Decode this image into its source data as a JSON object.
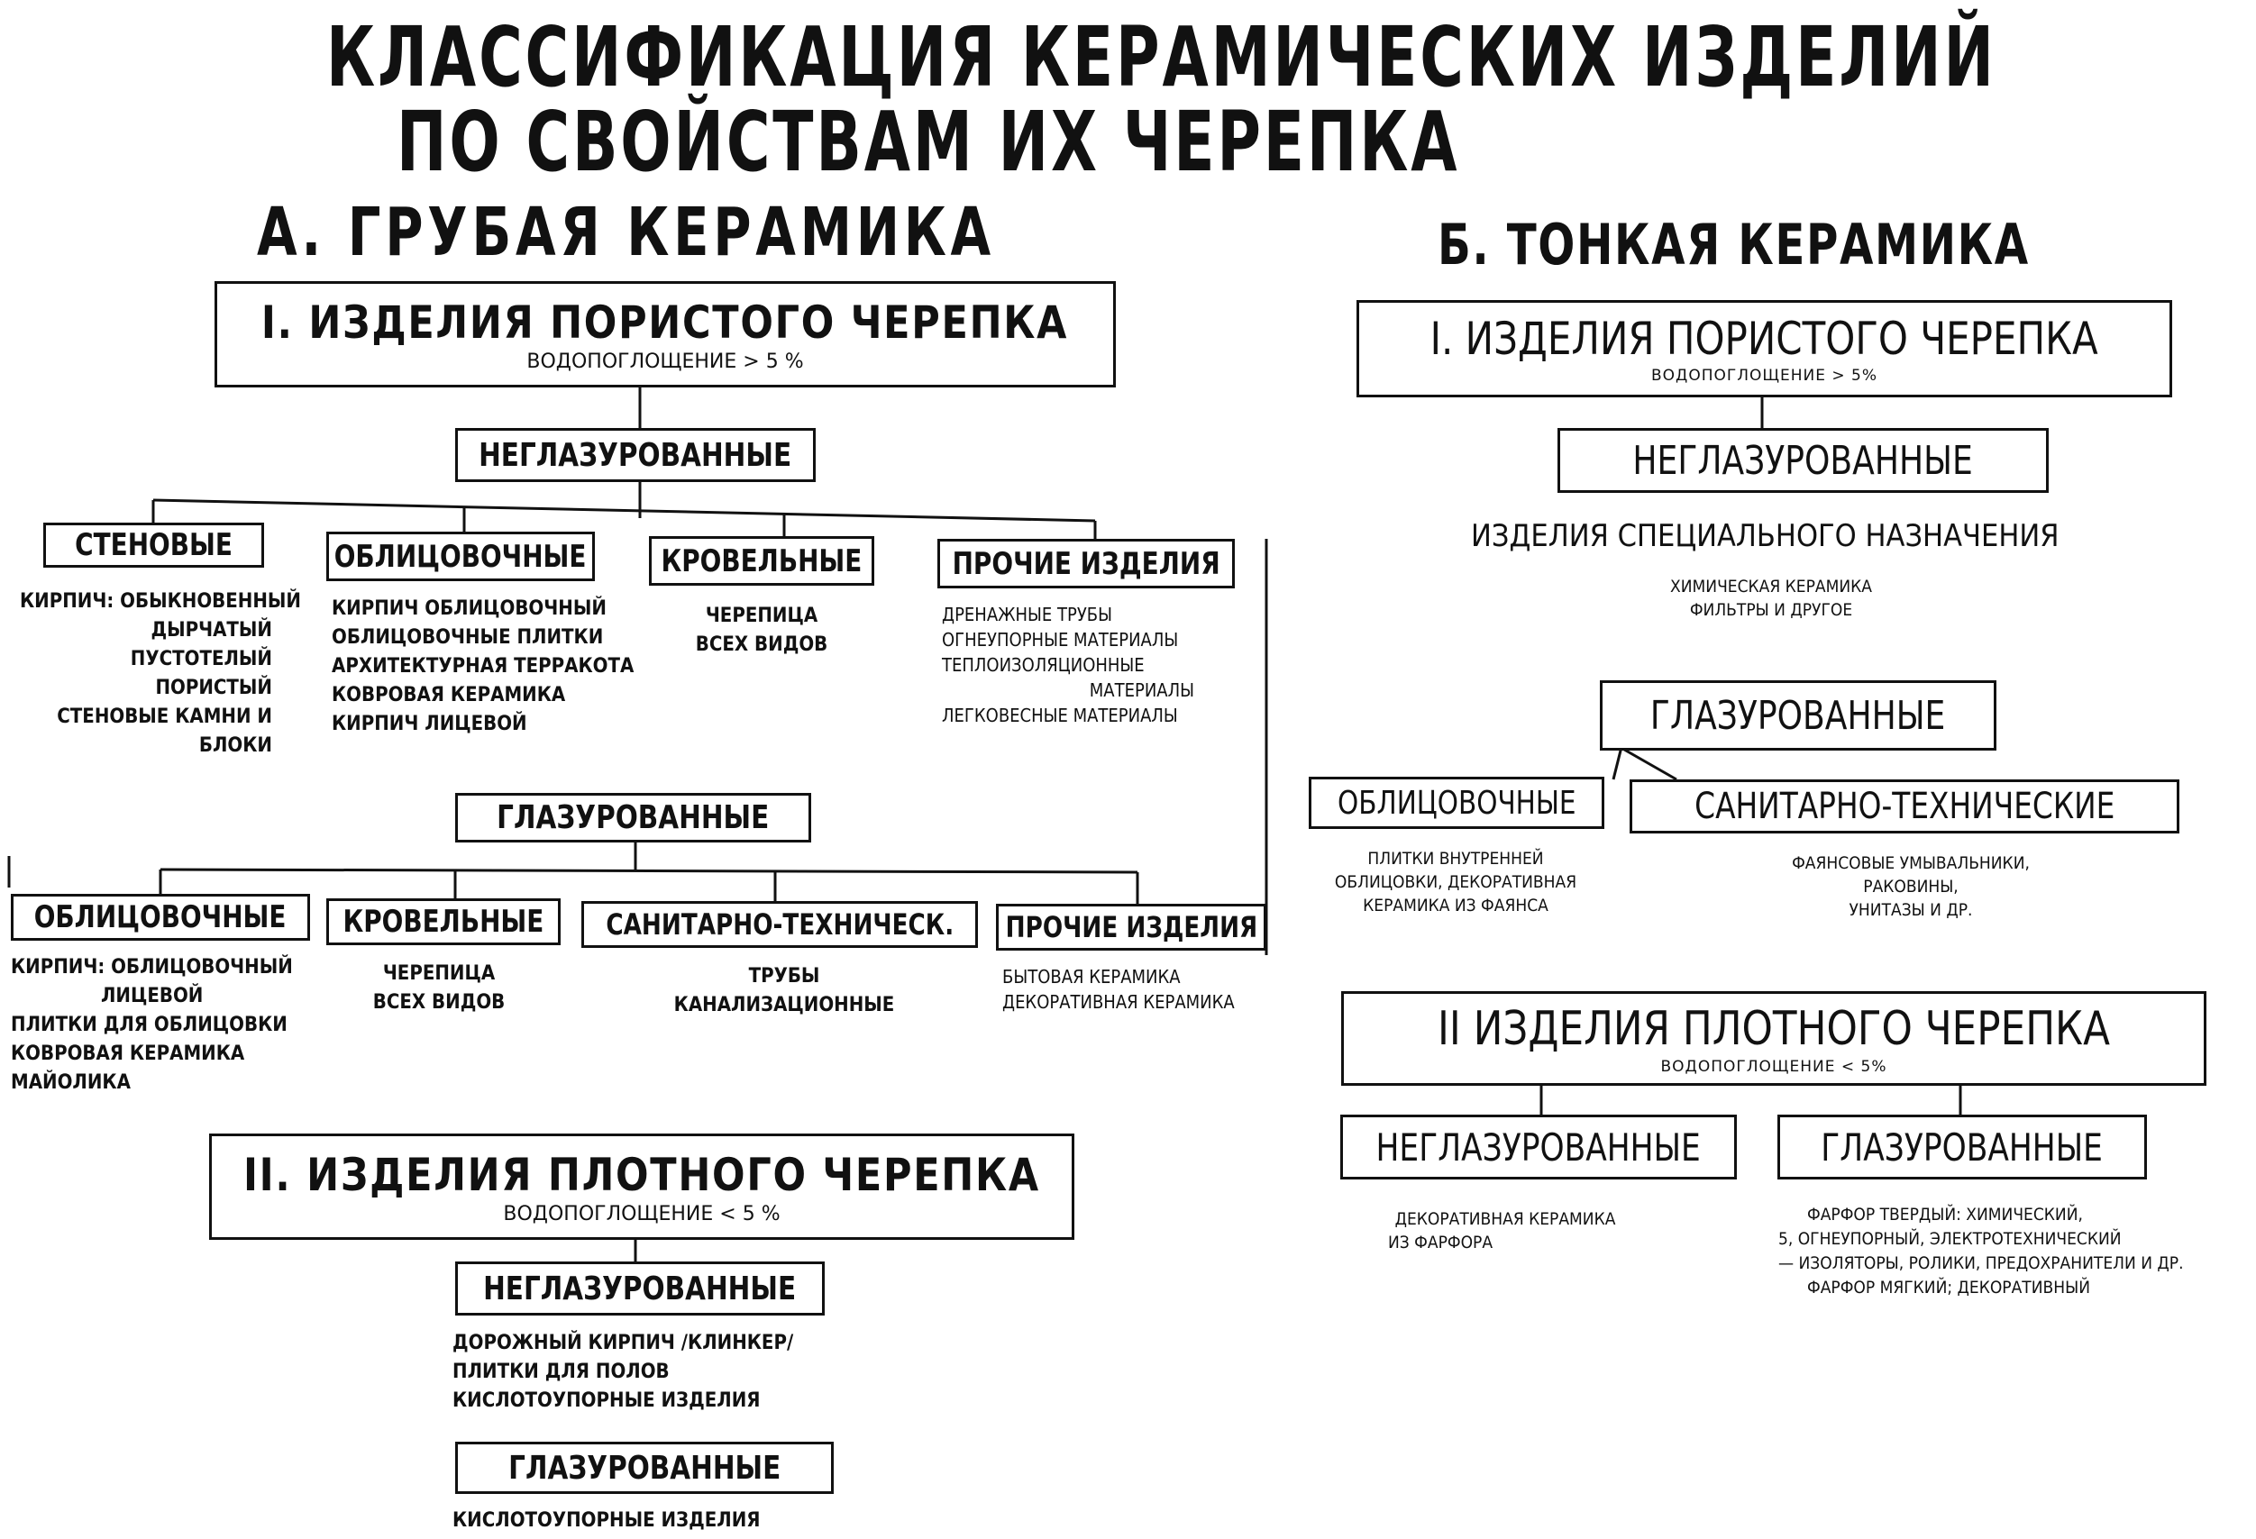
{
  "title": {
    "line1": "КЛАССИФИКАЦИЯ КЕРАМИЧЕСКИХ ИЗДЕЛИЙ",
    "line2": "ПО СВОЙСТВАМ ИХ ЧЕРЕПКА"
  },
  "coarse": {
    "heading": "А. ГРУБАЯ КЕРАМИКА",
    "porous": {
      "label": "I. ИЗДЕЛИЯ ПОРИСТОГО ЧЕРЕПКА",
      "note": "ВОДОПОГЛОЩЕНИЕ > 5 %",
      "unglazed": {
        "label": "НЕГЛАЗУРОВАННЫЕ",
        "categories": [
          {
            "label": "СТЕНОВЫЕ",
            "items": [
              "КИРПИЧ: ОБЫКНОВЕННЫЙ",
              "ДЫРЧАТЫЙ",
              "ПУСТОТЕЛЫЙ",
              "ПОРИСТЫЙ",
              "СТЕНОВЫЕ КАМНИ И",
              "БЛОКИ"
            ]
          },
          {
            "label": "ОБЛИЦОВОЧНЫЕ",
            "items": [
              "КИРПИЧ ОБЛИЦОВОЧНЫЙ",
              "ОБЛИЦОВОЧНЫЕ ПЛИТКИ",
              "АРХИТЕКТУРНАЯ ТЕРРАКОТА",
              "КОВРОВАЯ КЕРАМИКА",
              "КИРПИЧ ЛИЦЕВОЙ"
            ]
          },
          {
            "label": "КРОВЕЛЬНЫЕ",
            "items": [
              "ЧЕРЕПИЦА",
              "ВСЕХ ВИДОВ"
            ]
          },
          {
            "label": "ПРОЧИЕ ИЗДЕЛИЯ",
            "items": [
              "ДРЕНАЖНЫЕ ТРУБЫ",
              "ОГНЕУПОРНЫЕ МАТЕРИАЛЫ",
              "ТЕПЛОИЗОЛЯЦИОННЫЕ",
              "МАТЕРИАЛЫ",
              "ЛЕГКОВЕСНЫЕ МАТЕРИАЛЫ"
            ]
          }
        ]
      },
      "glazed": {
        "label": "ГЛАЗУРОВАННЫЕ",
        "categories": [
          {
            "label": "ОБЛИЦОВОЧНЫЕ",
            "items": [
              "КИРПИЧ: ОБЛИЦОВОЧНЫЙ",
              "ЛИЦЕВОЙ",
              "ПЛИТКИ ДЛЯ ОБЛИЦОВКИ",
              "КОВРОВАЯ КЕРАМИКА",
              "МАЙОЛИКА"
            ]
          },
          {
            "label": "КРОВЕЛЬНЫЕ",
            "items": [
              "ЧЕРЕПИЦА",
              "ВСЕХ ВИДОВ"
            ]
          },
          {
            "label": "САНИТАРНО-ТЕХНИЧЕСК.",
            "items": [
              "ТРУБЫ",
              "КАНАЛИЗАЦИОННЫЕ"
            ]
          },
          {
            "label": "ПРОЧИЕ ИЗДЕЛИЯ",
            "items": [
              "БЫТОВАЯ КЕРАМИКА",
              "ДЕКОРАТИВНАЯ КЕРАМИКА"
            ]
          }
        ]
      }
    },
    "dense": {
      "label": "II. ИЗДЕЛИЯ ПЛОТНОГО ЧЕРЕПКА",
      "note": "ВОДОПОГЛОЩЕНИЕ < 5 %",
      "unglazed": {
        "label": "НЕГЛАЗУРОВАННЫЕ",
        "items": [
          "ДОРОЖНЫЙ КИРПИЧ /КЛИНКЕР/",
          "ПЛИТКИ ДЛЯ ПОЛОВ",
          "КИСЛОТОУПОРНЫЕ ИЗДЕЛИЯ"
        ]
      },
      "glazed": {
        "label": "ГЛАЗУРОВАННЫЕ",
        "items": [
          "КИСЛОТОУПОРНЫЕ ИЗДЕЛИЯ"
        ]
      }
    }
  },
  "fine": {
    "heading": "Б. ТОНКАЯ КЕРАМИКА",
    "porous": {
      "label": "I. ИЗДЕЛИЯ ПОРИСТОГО ЧЕРЕПКА",
      "note": "ВОДОПОГЛОЩЕНИЕ > 5%",
      "unglazed": {
        "label": "НЕГЛАЗУРОВАННЫЕ",
        "special": "ИЗДЕЛИЯ СПЕЦИАЛЬНОГО НАЗНАЧЕНИЯ",
        "items": [
          "ХИМИЧЕСКАЯ КЕРАМИКА",
          "ФИЛЬТРЫ И ДРУГОЕ"
        ]
      },
      "glazed": {
        "label": "ГЛАЗУРОВАННЫЕ",
        "categories": [
          {
            "label": "ОБЛИЦОВОЧНЫЕ",
            "items": [
              "ПЛИТКИ ВНУТРЕННЕЙ",
              "ОБЛИЦОВКИ, ДЕКОРАТИВНАЯ",
              "КЕРАМИКА ИЗ ФАЯНСА"
            ]
          },
          {
            "label": "САНИТАРНО-ТЕХНИЧЕСКИЕ",
            "items": [
              "ФАЯНСОВЫЕ УМЫВАЛЬНИКИ,",
              "РАКОВИНЫ,",
              "УНИТАЗЫ И ДР."
            ]
          }
        ]
      }
    },
    "dense": {
      "label": "II ИЗДЕЛИЯ ПЛОТНОГО ЧЕРЕПКА",
      "note": "ВОДОПОГЛОЩЕНИЕ < 5%",
      "unglazed": {
        "label": "НЕГЛАЗУРОВАННЫЕ",
        "items": [
          "ДЕКОРАТИВНАЯ КЕРАМИКА",
          "ИЗ ФАРФОРА"
        ]
      },
      "glazed": {
        "label": "ГЛАЗУРОВАННЫЕ",
        "items": [
          "ФАРФОР ТВЕРДЫЙ: ХИМИЧЕСКИЙ,",
          "5, ОГНЕУПОРНЫЙ, ЭЛЕКТРОТЕХНИЧЕСКИЙ",
          "— ИЗОЛЯТОРЫ, РОЛИКИ, ПРЕДОХРАНИТЕЛИ И ДР.",
          "ФАРФОР МЯГКИЙ; ДЕКОРАТИВНЫЙ"
        ]
      }
    }
  }
}
